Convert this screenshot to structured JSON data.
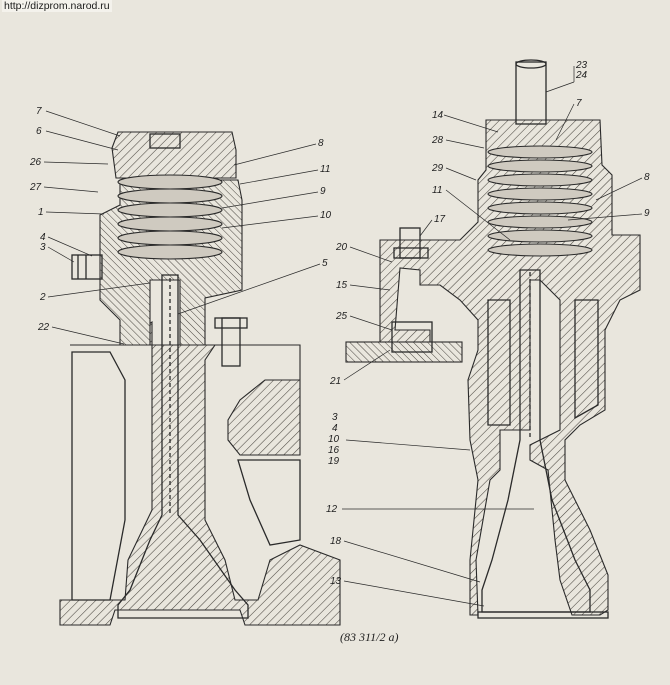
{
  "header": {
    "url": "http://dizprom.narod.ru"
  },
  "caption": "(83 311/2 a)",
  "colors": {
    "paper": "#e9e6dd",
    "ink": "#2a2a2a",
    "hatch": "#4a4640"
  },
  "left_view": {
    "labels": [
      "7",
      "6",
      "26",
      "27",
      "1",
      "4",
      "3",
      "2",
      "22",
      "8",
      "11",
      "9",
      "10",
      "5"
    ]
  },
  "right_view": {
    "labels": [
      "23",
      "24",
      "14",
      "7",
      "28",
      "29",
      "11",
      "8",
      "9",
      "17",
      "20",
      "15",
      "25",
      "21",
      "12",
      "18",
      "13"
    ],
    "stack_labels": [
      "3",
      "4",
      "10",
      "16",
      "19"
    ]
  }
}
